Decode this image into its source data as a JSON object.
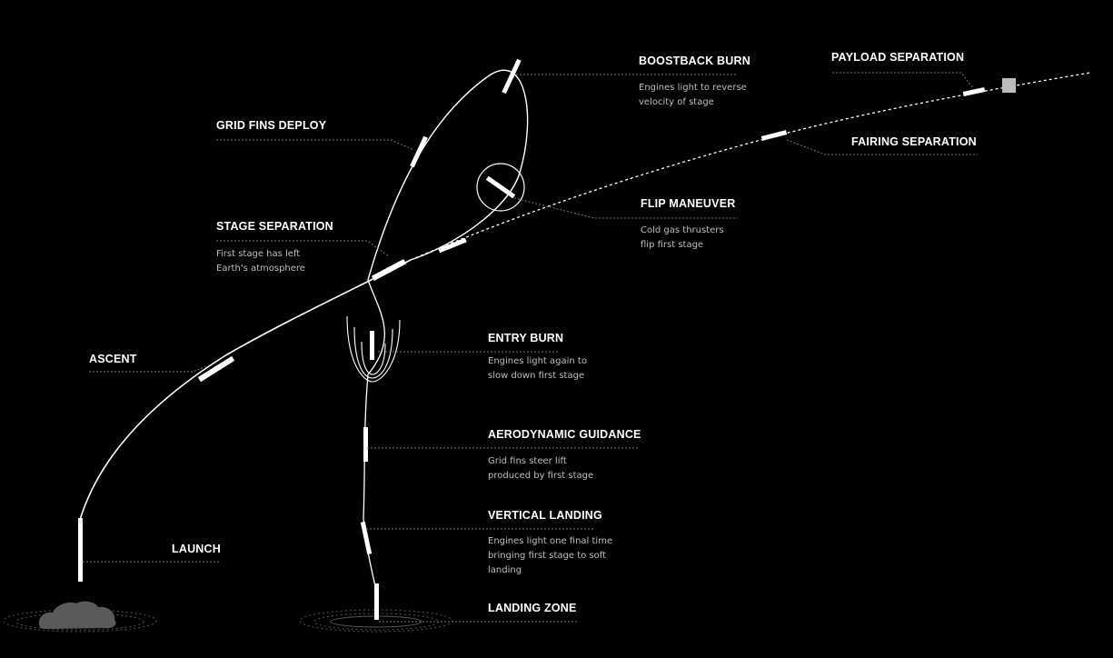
{
  "stages": [
    {
      "id": "launch",
      "title": "LAUNCH",
      "desc": []
    },
    {
      "id": "ascent",
      "title": "ASCENT",
      "desc": []
    },
    {
      "id": "stage-separation",
      "title": "STAGE SEPARATION",
      "desc": [
        "First stage has left",
        "Earth's atmosphere"
      ]
    },
    {
      "id": "grid-fins-deploy",
      "title": "GRID FINS DEPLOY",
      "desc": []
    },
    {
      "id": "boostback-burn",
      "title": "BOOSTBACK BURN",
      "desc": [
        "Engines light to reverse",
        "velocity of stage"
      ]
    },
    {
      "id": "flip-maneuver",
      "title": "FLIP MANEUVER",
      "desc": [
        "Cold gas thrusters",
        "flip first stage"
      ]
    },
    {
      "id": "payload-separation",
      "title": "PAYLOAD SEPARATION",
      "desc": []
    },
    {
      "id": "fairing-separation",
      "title": "FAIRING SEPARATION",
      "desc": []
    },
    {
      "id": "entry-burn",
      "title": "ENTRY BURN",
      "desc": [
        "Engines light again to",
        "slow down first stage"
      ]
    },
    {
      "id": "aerodynamic-guidance",
      "title": "AERODYNAMIC GUIDANCE",
      "desc": [
        "Grid fins steer lift",
        "produced by first stage"
      ]
    },
    {
      "id": "vertical-landing",
      "title": "VERTICAL LANDING",
      "desc": [
        "Engines light one final time",
        "bringing first stage to soft",
        "landing"
      ]
    },
    {
      "id": "landing-zone",
      "title": "LANDING ZONE",
      "desc": []
    }
  ],
  "colors": {
    "background": "#000000",
    "line": "#ffffff",
    "leader": "#777777",
    "text": "#ffffff",
    "subtext": "#bdbdbd"
  }
}
